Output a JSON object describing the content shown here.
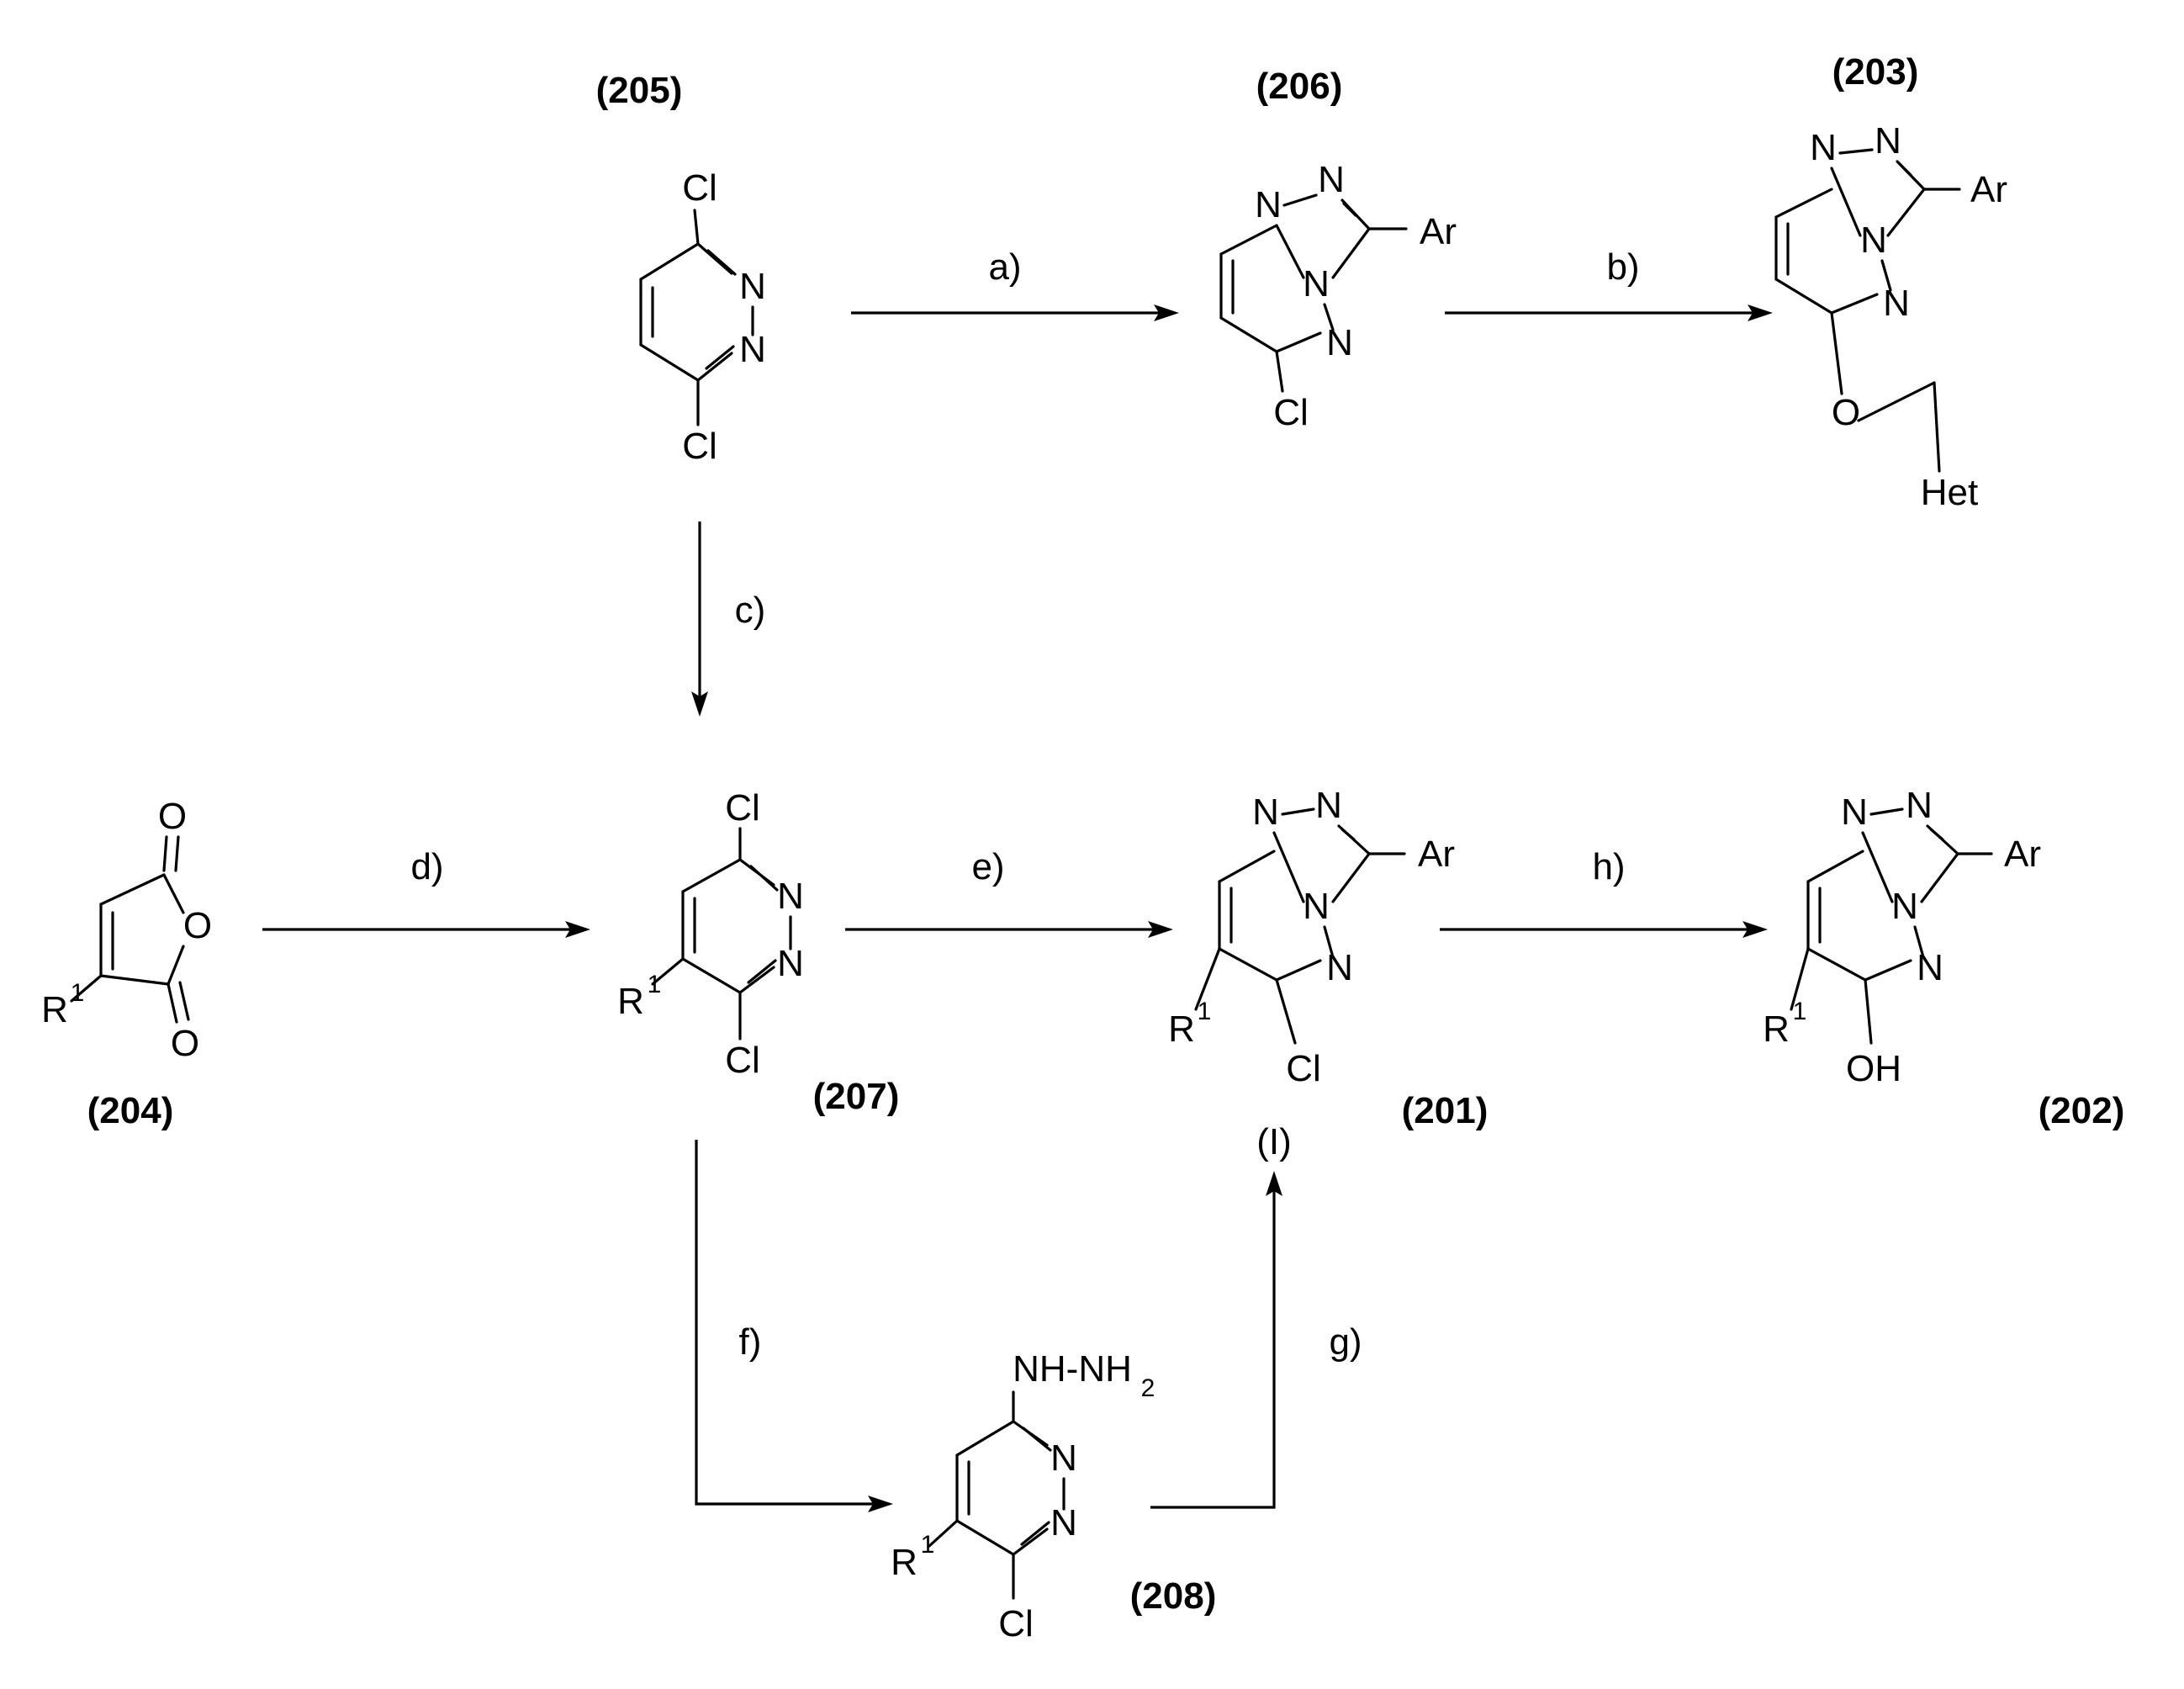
{
  "compounds": {
    "c205": "(205)",
    "c206": "(206)",
    "c203": "(203)",
    "c204": "(204)",
    "c207": "(207)",
    "c201": "(201)",
    "c202": "(202)",
    "c208": "(208)",
    "formula_I": "(I)"
  },
  "steps": {
    "a": "a)",
    "b": "b)",
    "c": "c)",
    "d": "d)",
    "e": "e)",
    "f": "f)",
    "g": "g)",
    "h": "h)"
  },
  "atoms": {
    "Cl": "Cl",
    "N": "N",
    "O": "O",
    "Ar": "Ar",
    "R": "R",
    "one": "1",
    "Het": "Het",
    "OH": "OH",
    "NH_NH": "NH-NH",
    "two": "2"
  }
}
